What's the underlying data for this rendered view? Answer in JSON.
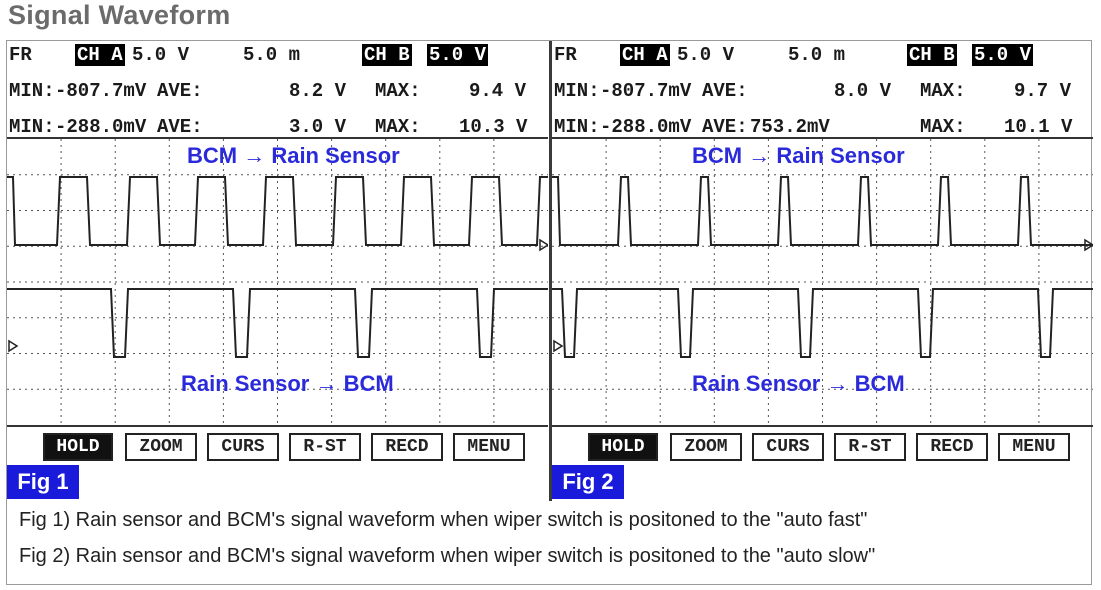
{
  "page": {
    "title": "Signal Waveform"
  },
  "scopes": [
    {
      "mode": "FR",
      "ch_a": {
        "label": "CH A",
        "volt": "5.0 V",
        "time": "5.0 m"
      },
      "ch_b": {
        "label": "CH B",
        "volt": "5.0 V"
      },
      "row1": {
        "min_label": "MIN:",
        "min": "-807.7mV",
        "ave_label": "AVE:",
        "ave": "8.2 V",
        "max_label": "MAX:",
        "max": "9.4 V"
      },
      "row2": {
        "min_label": "MIN:",
        "min": "-288.0mV",
        "ave_label": "AVE:",
        "ave": "3.0 V",
        "max_label": "MAX:",
        "max": "10.3 V"
      },
      "top_label": "BCM → Rain Sensor",
      "bottom_label": "Rain Sensor → BCM",
      "buttons": [
        "HOLD",
        "ZOOM",
        "CURS",
        "R-ST",
        "RECD",
        "MENU"
      ],
      "fig": "Fig 1"
    },
    {
      "mode": "FR",
      "ch_a": {
        "label": "CH A",
        "volt": "5.0 V",
        "time": "5.0 m"
      },
      "ch_b": {
        "label": "CH B",
        "volt": "5.0 V"
      },
      "row1": {
        "min_label": "MIN:",
        "min": "-807.7mV",
        "ave_label": "AVE:",
        "ave": "8.0 V",
        "max_label": "MAX:",
        "max": "9.7 V"
      },
      "row2": {
        "min_label": "MIN:",
        "min": "-288.0mV",
        "ave_label": "AVE:",
        "ave": "753.2mV",
        "max_label": "MAX:",
        "max": "10.1 V"
      },
      "top_label": "BCM → Rain Sensor",
      "bottom_label": "Rain Sensor → BCM",
      "buttons": [
        "HOLD",
        "ZOOM",
        "CURS",
        "R-ST",
        "RECD",
        "MENU"
      ],
      "fig": "Fig 2"
    }
  ],
  "captions": [
    "Fig 1) Rain sensor and BCM's signal waveform when wiper switch is positoned to the \"auto fast\"",
    "Fig 2) Rain sensor and BCM's signal waveform when wiper switch is positoned to the \"auto slow\""
  ],
  "colors": {
    "label_blue": "#2a2adb",
    "fig_tag": "#1a1adb",
    "trace": "#222222",
    "grid": "#555555"
  }
}
